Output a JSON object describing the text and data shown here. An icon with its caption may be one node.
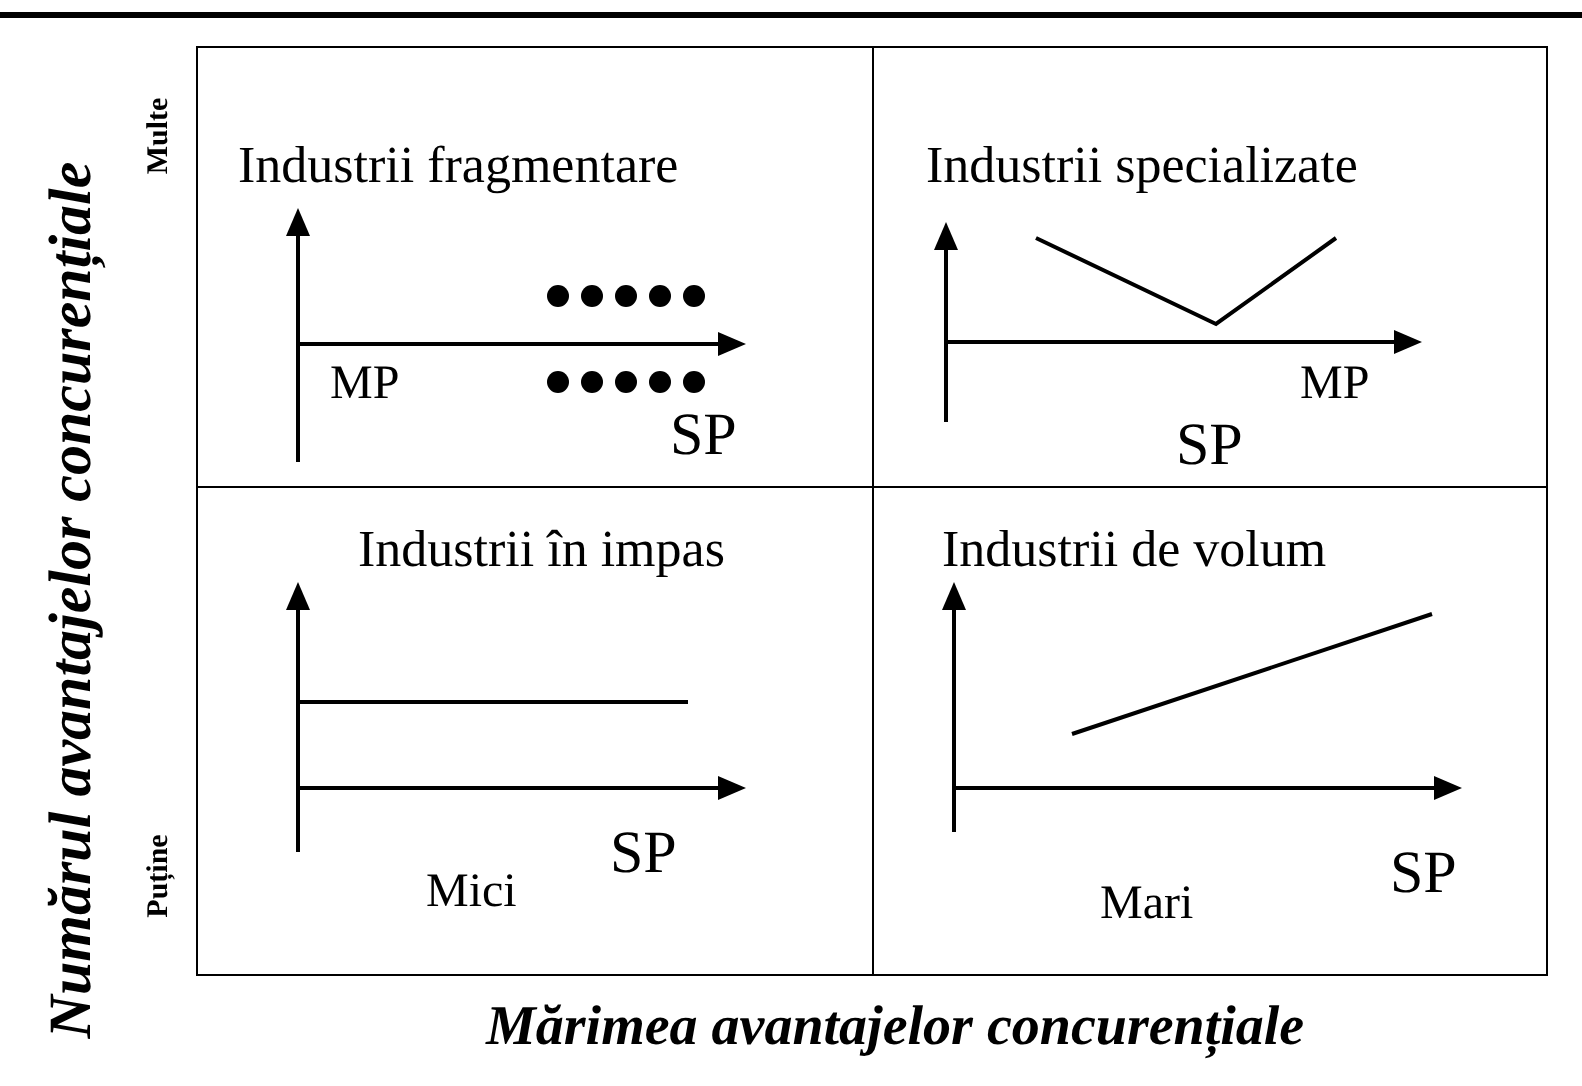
{
  "diagram": {
    "nodes": [
      {
        "text": [
          "Industrii fragmentare"
        ]
      },
      {
        "text": [
          "Industrii specializate"
        ]
      },
      {
        "text": [
          "Industrii în impas"
        ]
      },
      {
        "text": [
          "Industrii de volum"
        ]
      }
    ],
    "labels": [
      "Numărul avantajelor concurențiale",
      "Multe",
      "MP",
      "SP",
      "MP",
      "SP",
      "Puține",
      "SP",
      "Mici",
      "SP",
      "Mari",
      "Mărimea avantajelor concurențiale"
    ]
  }
}
